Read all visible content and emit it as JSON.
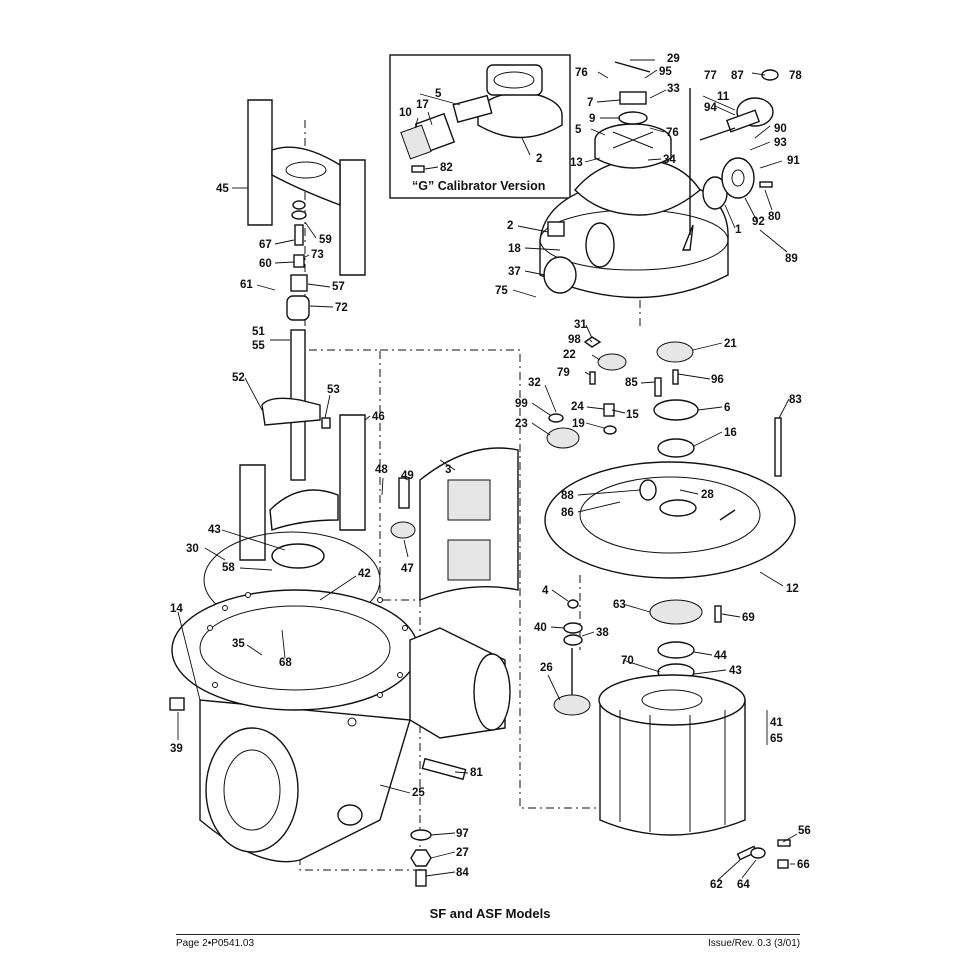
{
  "diagram": {
    "caption": "SF and ASF Models",
    "inset_title": "“G” Calibrator Version",
    "callouts": [
      {
        "id": "c29",
        "text": "29"
      },
      {
        "id": "c95",
        "text": "95"
      },
      {
        "id": "c76a",
        "text": "76"
      },
      {
        "id": "c77",
        "text": "77"
      },
      {
        "id": "c87",
        "text": "87"
      },
      {
        "id": "c78",
        "text": "78"
      },
      {
        "id": "c7",
        "text": "7"
      },
      {
        "id": "c33",
        "text": "33"
      },
      {
        "id": "c11",
        "text": "11"
      },
      {
        "id": "c94",
        "text": "94"
      },
      {
        "id": "c9",
        "text": "9"
      },
      {
        "id": "c5b",
        "text": "5"
      },
      {
        "id": "c76b",
        "text": "76"
      },
      {
        "id": "c90",
        "text": "90"
      },
      {
        "id": "c93",
        "text": "93"
      },
      {
        "id": "c13",
        "text": "13"
      },
      {
        "id": "c34",
        "text": "34"
      },
      {
        "id": "c91",
        "text": "91"
      },
      {
        "id": "c2b",
        "text": "2"
      },
      {
        "id": "c1",
        "text": "1"
      },
      {
        "id": "c92",
        "text": "92"
      },
      {
        "id": "c80",
        "text": "80"
      },
      {
        "id": "c18",
        "text": "18"
      },
      {
        "id": "c89",
        "text": "89"
      },
      {
        "id": "c37",
        "text": "37"
      },
      {
        "id": "c75",
        "text": "75"
      },
      {
        "id": "c5a",
        "text": "5"
      },
      {
        "id": "c10",
        "text": "10"
      },
      {
        "id": "c17",
        "text": "17"
      },
      {
        "id": "c2a",
        "text": "2"
      },
      {
        "id": "c82",
        "text": "82"
      },
      {
        "id": "c45",
        "text": "45"
      },
      {
        "id": "c59",
        "text": "59"
      },
      {
        "id": "c67",
        "text": "67"
      },
      {
        "id": "c73",
        "text": "73"
      },
      {
        "id": "c60",
        "text": "60"
      },
      {
        "id": "c61",
        "text": "61"
      },
      {
        "id": "c57",
        "text": "57"
      },
      {
        "id": "c72",
        "text": "72"
      },
      {
        "id": "c51",
        "text": "51"
      },
      {
        "id": "c55",
        "text": "55"
      },
      {
        "id": "c52",
        "text": "52"
      },
      {
        "id": "c53",
        "text": "53"
      },
      {
        "id": "c46",
        "text": "46"
      },
      {
        "id": "c3",
        "text": "3"
      },
      {
        "id": "c48",
        "text": "48"
      },
      {
        "id": "c49",
        "text": "49"
      },
      {
        "id": "c43a",
        "text": "43"
      },
      {
        "id": "c30",
        "text": "30"
      },
      {
        "id": "c47",
        "text": "47"
      },
      {
        "id": "c58",
        "text": "58"
      },
      {
        "id": "c42",
        "text": "42"
      },
      {
        "id": "c14",
        "text": "14"
      },
      {
        "id": "c35",
        "text": "35"
      },
      {
        "id": "c68",
        "text": "68"
      },
      {
        "id": "c39",
        "text": "39"
      },
      {
        "id": "c81",
        "text": "81"
      },
      {
        "id": "c25",
        "text": "25"
      },
      {
        "id": "c97",
        "text": "97"
      },
      {
        "id": "c27",
        "text": "27"
      },
      {
        "id": "c84",
        "text": "84"
      },
      {
        "id": "c31",
        "text": "31"
      },
      {
        "id": "c98",
        "text": "98"
      },
      {
        "id": "c21",
        "text": "21"
      },
      {
        "id": "c22",
        "text": "22"
      },
      {
        "id": "c79",
        "text": "79"
      },
      {
        "id": "c96",
        "text": "96"
      },
      {
        "id": "c32",
        "text": "32"
      },
      {
        "id": "c85",
        "text": "85"
      },
      {
        "id": "c83",
        "text": "83"
      },
      {
        "id": "c99",
        "text": "99"
      },
      {
        "id": "c24",
        "text": "24"
      },
      {
        "id": "c15",
        "text": "15"
      },
      {
        "id": "c6",
        "text": "6"
      },
      {
        "id": "c23",
        "text": "23"
      },
      {
        "id": "c19",
        "text": "19"
      },
      {
        "id": "c16",
        "text": "16"
      },
      {
        "id": "c88",
        "text": "88"
      },
      {
        "id": "c28",
        "text": "28"
      },
      {
        "id": "c86",
        "text": "86"
      },
      {
        "id": "c12",
        "text": "12"
      },
      {
        "id": "c4",
        "text": "4"
      },
      {
        "id": "c63",
        "text": "63"
      },
      {
        "id": "c69",
        "text": "69"
      },
      {
        "id": "c40",
        "text": "40"
      },
      {
        "id": "c38",
        "text": "38"
      },
      {
        "id": "c44",
        "text": "44"
      },
      {
        "id": "c70",
        "text": "70"
      },
      {
        "id": "c43b",
        "text": "43"
      },
      {
        "id": "c26",
        "text": "26"
      },
      {
        "id": "c41",
        "text": "41"
      },
      {
        "id": "c65",
        "text": "65"
      },
      {
        "id": "c56",
        "text": "56"
      },
      {
        "id": "c62",
        "text": "62"
      },
      {
        "id": "c64",
        "text": "64"
      },
      {
        "id": "c66",
        "text": "66"
      }
    ]
  },
  "footer": {
    "left": "Page 2•P0541.03",
    "right": "Issue/Rev. 0.3 (3/01)"
  }
}
